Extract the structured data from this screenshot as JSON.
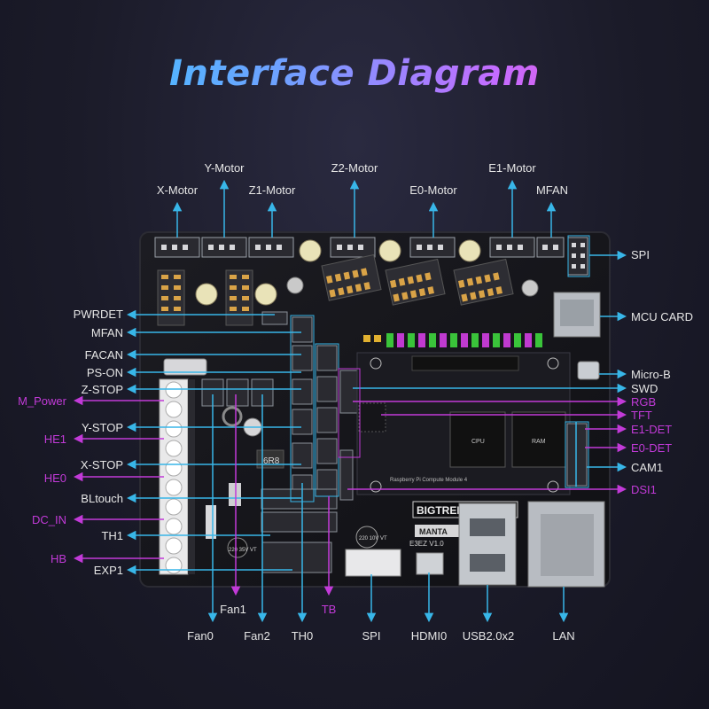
{
  "title": "Interface Diagram",
  "colors": {
    "cyan": "#38b6e8",
    "magenta": "#c23ad8",
    "board": "#141418"
  },
  "board": {
    "brand": "BIGTREETECH",
    "model": "MANTA",
    "version": "E3EZ V1.0",
    "module": "Raspberry Pi Compute Module 4",
    "cpu": "CPU",
    "ram": "RAM",
    "cap": "220 10V VT",
    "cap2": "220 35V VT",
    "inductor": "6R8"
  },
  "top_labels": {
    "y_motor": "Y-Motor",
    "z2_motor": "Z2-Motor",
    "e1_motor": "E1-Motor",
    "x_motor": "X-Motor",
    "z1_motor": "Z1-Motor",
    "e0_motor": "E0-Motor",
    "mfan": "MFAN"
  },
  "left_labels": {
    "pwrdet": "PWRDET",
    "mfan": "MFAN",
    "facan": "FACAN",
    "ps_on": "PS-ON",
    "z_stop": "Z-STOP",
    "m_power": "M_Power",
    "y_stop": "Y-STOP",
    "he1": "HE1",
    "x_stop": "X-STOP",
    "he0": "HE0",
    "bltouch": "BLtouch",
    "dc_in": "DC_IN",
    "th1": "TH1",
    "hb": "HB",
    "exp1": "EXP1"
  },
  "right_labels": {
    "spi": "SPI",
    "mcu_card": "MCU CARD",
    "micro_b": "Micro-B",
    "swd": "SWD",
    "rgb": "RGB",
    "tft": "TFT",
    "e1_det": "E1-DET",
    "e0_det": "E0-DET",
    "cam1": "CAM1",
    "dsi1": "DSI1"
  },
  "bottom_labels": {
    "fan1": "Fan1",
    "tb": "TB",
    "fan0": "Fan0",
    "fan2": "Fan2",
    "th0": "TH0",
    "spi": "SPI",
    "hdmi0": "HDMI0",
    "usb": "USB2.0x2",
    "lan": "LAN"
  }
}
